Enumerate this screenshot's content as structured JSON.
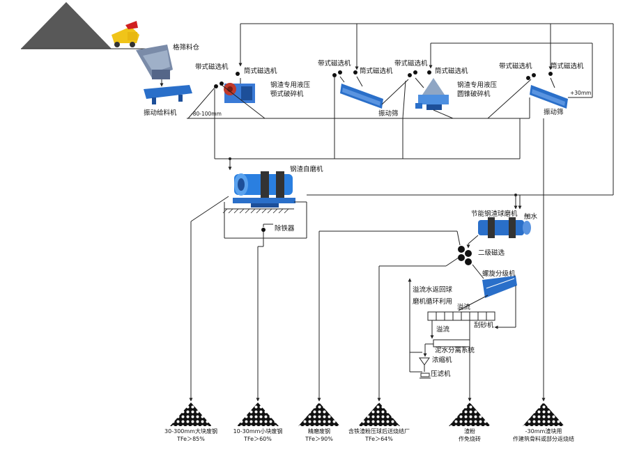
{
  "labels": {
    "grizzly_bin": "格筛料仓",
    "vibrating_feeder": "振动给料机",
    "size_80_100": "-80-100mm",
    "belt_sep_1": "带式磁选机",
    "drum_sep_1": "筒式磁选机",
    "jaw_crusher_line1": "钢渣专用液压",
    "jaw_crusher_line2": "颚式破碎机",
    "belt_sep_2": "带式磁选机",
    "drum_sep_2": "筒式磁选机",
    "screen_1": "振动筛",
    "belt_sep_3": "带式磁选机",
    "drum_sep_3": "筒式磁选机",
    "cone_crusher_line1": "钢渣专用液压",
    "cone_crusher_line2": "圆锥破碎机",
    "belt_sep_4": "带式磁选机",
    "drum_sep_4": "筒式磁选机",
    "size_plus30": "+30mm",
    "screen_2": "振动筛",
    "autogenous_mill": "钢渣自磨机",
    "iron_remover": "除铁器",
    "ball_mill": "节能钢渣球磨机",
    "add_water": "加水",
    "secondary_mag": "二级磁选",
    "spiral_classifier": "螺旋分级机",
    "overflow_return_1": "溢流水返回球",
    "overflow_return_2": "磨机循环利用",
    "overflow_a": "溢流",
    "sand_scraper": "刮砂机",
    "overflow_b": "溢流",
    "mud_water_sep": "泥水分离系统",
    "thickener": "浓缩机",
    "filter_press": "压滤机"
  },
  "outputs": [
    {
      "name": "30-300mm大块废钢",
      "grade": "TFe＞85%"
    },
    {
      "name": "10-30mm小块废钢",
      "grade": "TFe＞60%"
    },
    {
      "name": "精磨废钢",
      "grade": "TFe＞90%"
    },
    {
      "name": "含铁渣粉压球后送烧结厂",
      "grade": "TFe＞64%"
    },
    {
      "name": "渣粉",
      "grade": "作免烧砖"
    },
    {
      "name": "-30mm渣块用",
      "grade": "作建筑骨料或部分返烧结"
    }
  ],
  "colors": {
    "line": "#222222",
    "equipment_blue": "#2a6fc9",
    "equipment_dark_blue": "#1d4f99",
    "slag_pile": "#555555",
    "truck_yellow": "#f0c419",
    "red": "#c0392b"
  }
}
